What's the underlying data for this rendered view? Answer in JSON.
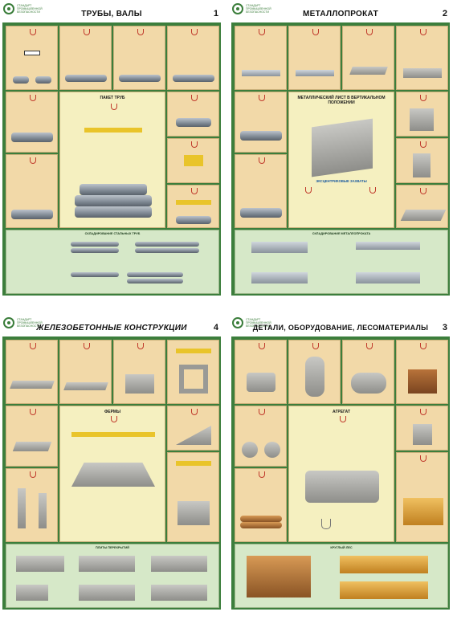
{
  "posters": {
    "p1": {
      "org": "СТАНДАРТ ПРОМЫШЛЕННОЙ БЕЗОПАСНОСТИ",
      "title": "ТРУБЫ, ВАЛЫ",
      "number": "1",
      "center_title": "ПАКЕТ ТРУБ",
      "bottom_title": "СКЛАДИРОВАНИЕ СТАЛЬНЫХ ТРУБ"
    },
    "p2": {
      "org": "СТАНДАРТ ПРОМЫШЛЕННОЙ БЕЗОПАСНОСТИ",
      "title": "МЕТАЛЛОПРОКАТ",
      "number": "2",
      "center_title": "МЕТАЛЛИЧЕСКИЙ ЛИСТ В ВЕРТИКАЛЬНОМ ПОЛОЖЕНИИ",
      "center_sub": "ЭКСЦЕНТРИКОВЫЕ ЗАХВАТЫ",
      "bottom_title": "СКЛАДИРОВАНИЕ МЕТАЛЛОПРОКАТА"
    },
    "p4": {
      "org": "СТАНДАРТ ПРОМЫШЛЕННОЙ БЕЗОПАСНОСТИ",
      "title": "ЖЕЛЕЗОБЕТОННЫЕ КОНСТРУКЦИИ",
      "number": "4",
      "center_title": "ФЕРМЫ",
      "bottom_title": "ПЛИТЫ ПЕРЕКРЫТИЙ"
    },
    "p3": {
      "org": "СТАНДАРТ ПРОМЫШЛЕННОЙ БЕЗОПАСНОСТИ",
      "title": "ДЕТАЛИ, ОБОРУДОВАНИЕ, ЛЕСОМАТЕРИАЛЫ",
      "number": "3",
      "center_title": "АГРЕГАТ",
      "bottom_title": "КРУГЛЫЙ ЛЕС"
    }
  }
}
